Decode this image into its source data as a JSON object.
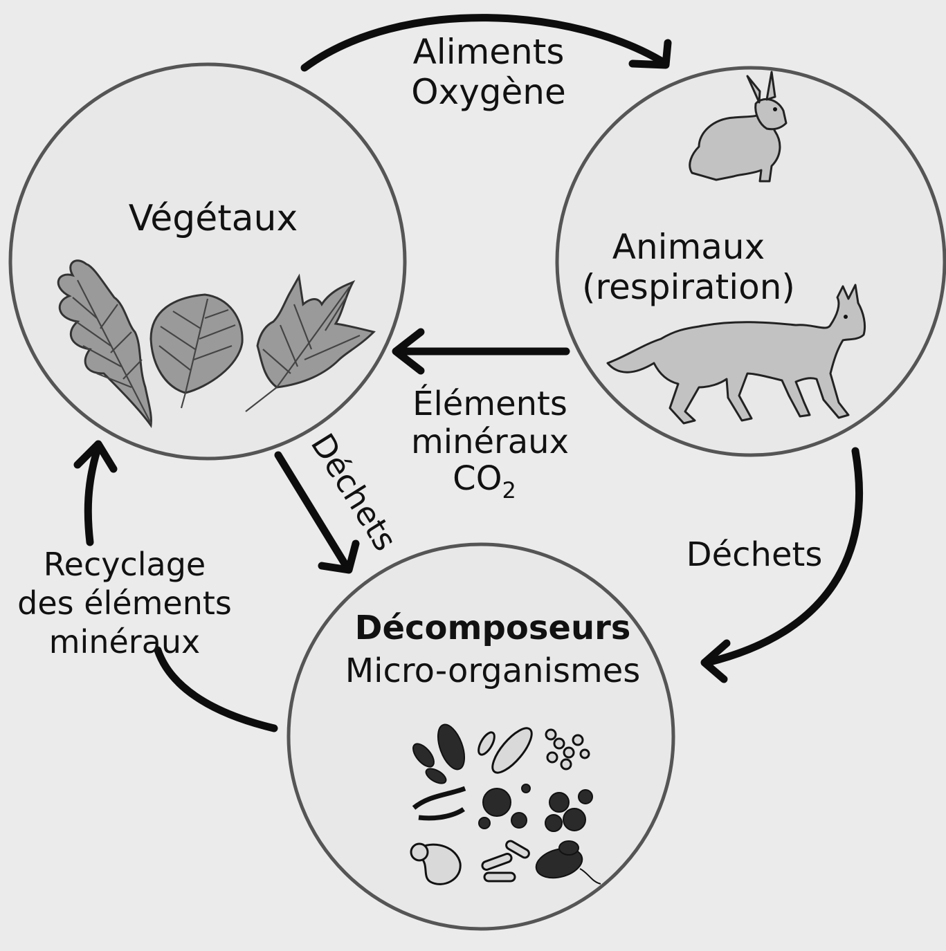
{
  "nodes": {
    "vegetaux": {
      "title": "Végétaux"
    },
    "animaux": {
      "line1": "Animaux",
      "line2": "(respiration)"
    },
    "decomposeurs": {
      "title": "Décomposeurs",
      "subtitle": "Micro-organismes"
    }
  },
  "flows": {
    "aliments": {
      "line1": "Aliments",
      "line2": "Oxygène"
    },
    "elements": {
      "line1": "Éléments",
      "line2": "minéraux",
      "line3_main": "CO",
      "line3_sub": "2"
    },
    "dechets_vegetaux": {
      "label": "Déchets"
    },
    "dechets_animaux": {
      "label": "Déchets"
    },
    "recyclage": {
      "line1": "Recyclage",
      "line2": "des éléments",
      "line3": "minéraux"
    }
  },
  "colors": {
    "background": "#ebebeb",
    "circle_stroke": "#555555",
    "arrow": "#0d0d0d",
    "illustration_gray": "#9a9a9a"
  }
}
